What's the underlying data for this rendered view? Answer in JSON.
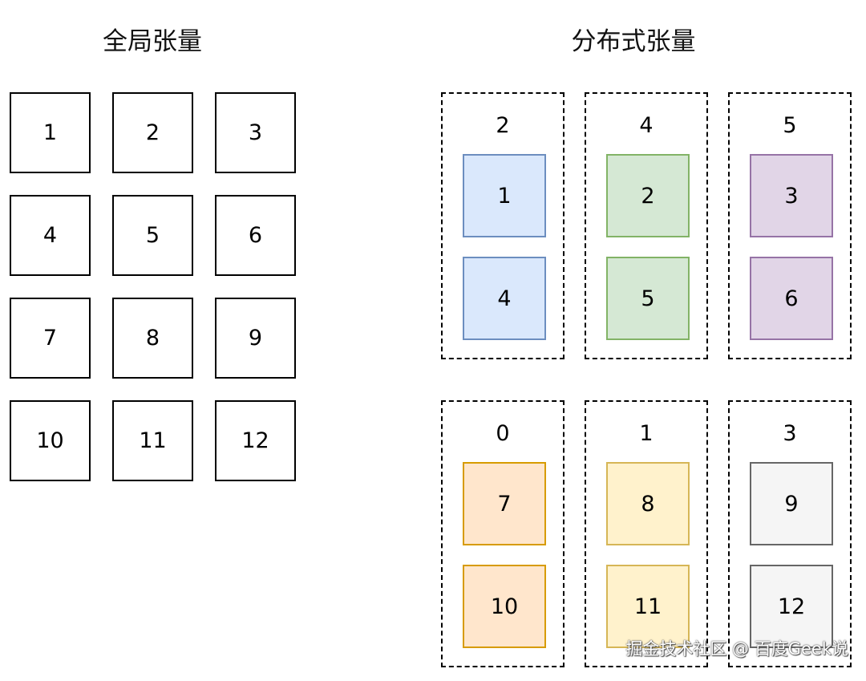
{
  "titles": {
    "global": "全局张量",
    "distributed": "分布式张量"
  },
  "global_grid": [
    [
      "1",
      "2",
      "3"
    ],
    [
      "4",
      "5",
      "6"
    ],
    [
      "7",
      "8",
      "9"
    ],
    [
      "10",
      "11",
      "12"
    ]
  ],
  "devices": [
    {
      "label": "2",
      "blocks": [
        "1",
        "4"
      ],
      "fill": "#dae8fc",
      "stroke": "#6c8ebf"
    },
    {
      "label": "4",
      "blocks": [
        "2",
        "5"
      ],
      "fill": "#d5e8d4",
      "stroke": "#82b366"
    },
    {
      "label": "5",
      "blocks": [
        "3",
        "6"
      ],
      "fill": "#e1d5e7",
      "stroke": "#9673a6"
    },
    {
      "label": "0",
      "blocks": [
        "7",
        "10"
      ],
      "fill": "#ffe6cc",
      "stroke": "#d79b00"
    },
    {
      "label": "1",
      "blocks": [
        "8",
        "11"
      ],
      "fill": "#fff2cc",
      "stroke": "#d6b656"
    },
    {
      "label": "3",
      "blocks": [
        "9",
        "12"
      ],
      "fill": "#f5f5f5",
      "stroke": "#666666"
    }
  ],
  "watermark": "掘金技术社区 @ 百度Geek说"
}
